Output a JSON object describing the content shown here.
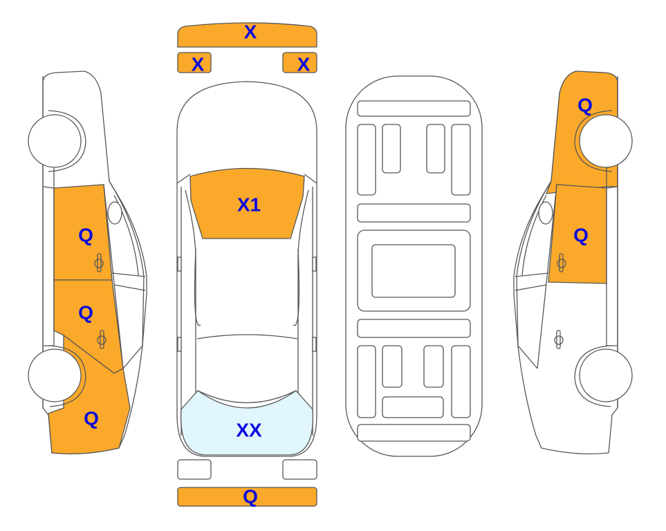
{
  "colors": {
    "damage_orange": "#FBA92B",
    "glass_damage": "#E1F6FC",
    "label_blue": "#0A0ADC",
    "outline": "#555555"
  },
  "labels": {
    "front_bumper": "X",
    "front_left_light": "X",
    "front_right_light": "X",
    "windshield": "X1",
    "rear_window": "XX",
    "rear_bumper": "Q",
    "left_front_door": "Q",
    "left_rear_door": "Q",
    "left_rear_fender": "Q",
    "right_front_fender": "Q",
    "right_front_door": "Q"
  }
}
